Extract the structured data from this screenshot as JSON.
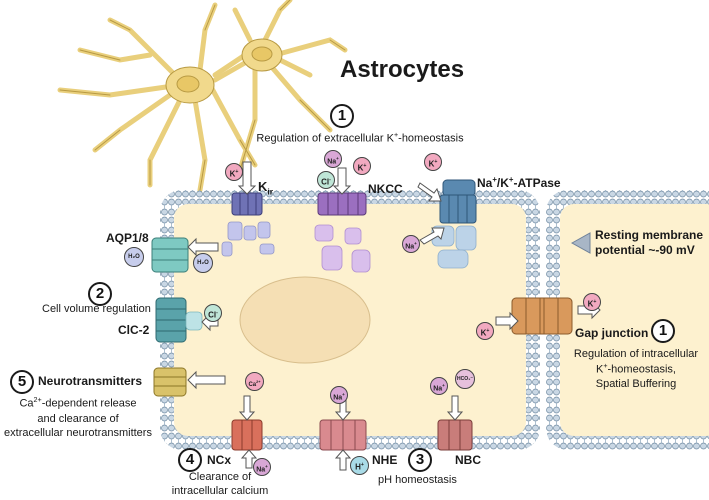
{
  "title": "Astrocytes",
  "callout_1_top": {
    "number": "1",
    "text": "Regulation of extracellular K",
    "sup": "+",
    "text_after": "-homeostasis"
  },
  "transporters": {
    "kir": {
      "main": "K",
      "sub": "ir"
    },
    "nkcc": "NKCC",
    "atpase": {
      "prefix": "Na",
      "sup1": "+",
      "mid": "/K",
      "sup2": "+",
      "suffix": "-ATPase"
    },
    "aqp": "AQP1/8",
    "clc": "ClC-2",
    "ncx": "NCx",
    "nhe": "NHE",
    "nbc": "NBC",
    "gap": "Gap junction"
  },
  "resting": {
    "line1": "Resting membrane",
    "line2": "potential ~-90 mV"
  },
  "callout_2": {
    "number": "2",
    "text": "Cell volume regulation"
  },
  "callout_5": {
    "number": "5",
    "title": "Neurotransmitters",
    "line1_pre": "Ca",
    "line1_sup": "2+",
    "line1_post": "-dependent release",
    "line2": "and clearance of",
    "line3": "extracellular neurotransmitters"
  },
  "callout_4": {
    "number": "4",
    "line1": "Clearance of",
    "line2": "intracellular calcium"
  },
  "callout_3": {
    "number": "3",
    "text": "pH homeostasis"
  },
  "callout_1_right": {
    "number": "1",
    "line1": "Regulation of intracellular",
    "line2_pre": "K",
    "line2_sup": "+",
    "line2_post": "-homeostasis,",
    "line3": "Spatial Buffering"
  },
  "ions": {
    "k": "K",
    "k_sup": "+",
    "na": "Na",
    "na_sup": "+",
    "cl": "Cl",
    "cl_sup": "-",
    "h2o": "H₂O",
    "ca": "Ca",
    "ca_sup": "2+",
    "h": "H",
    "h_sup": "+",
    "hco3": "HCO₃⁻"
  },
  "colors": {
    "cytoplasm": "#fdf1cf",
    "nucleus": "#f5dfb4",
    "membrane": "#8aa8c0",
    "kir": "#6f72b5",
    "nkcc": "#9b6fc0",
    "atpase": "#5a89b0",
    "aqp": "#7ec9c2",
    "clc": "#5aa3aa",
    "transmitter": "#d9c26a",
    "ncx": "#d9705c",
    "nhe": "#d98a8f",
    "nbc": "#c97d7a",
    "gap": "#d9995c",
    "astrocyte_art": "#f1d98c"
  }
}
